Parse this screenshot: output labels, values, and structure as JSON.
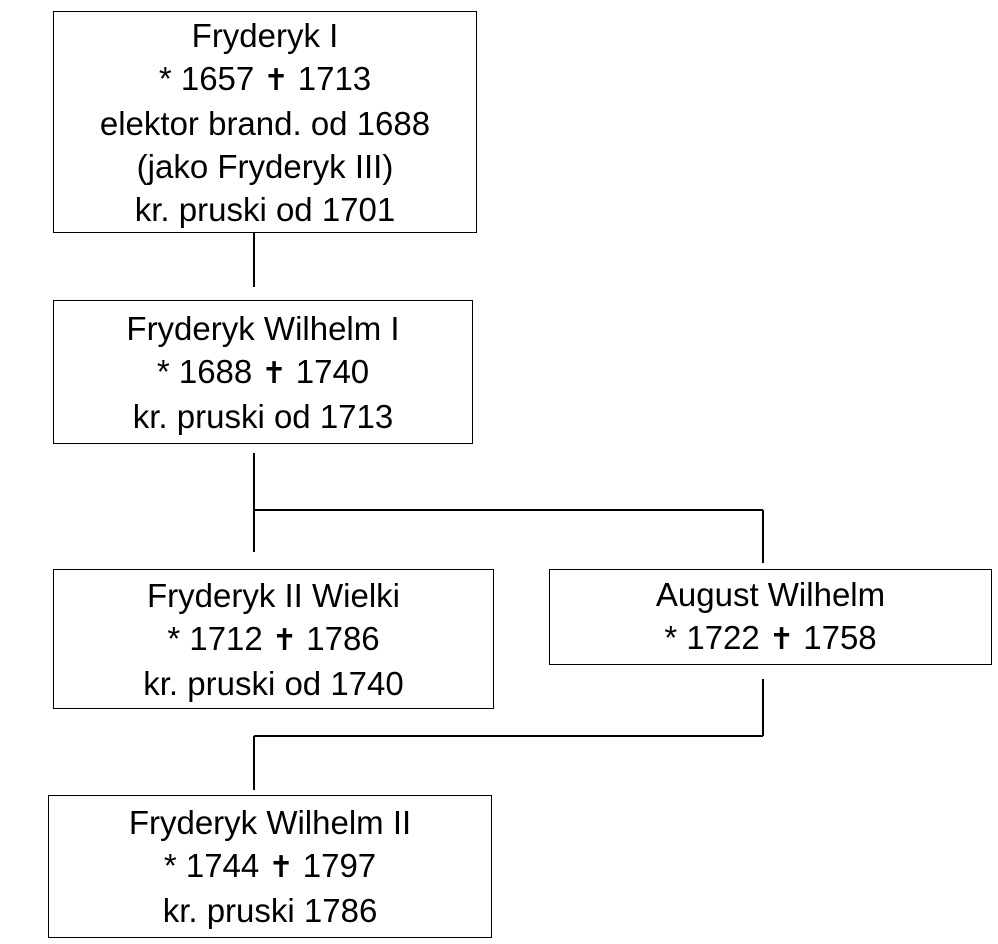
{
  "persons": [
    {
      "name": "Fryderyk I",
      "born": "1657",
      "died": "1713",
      "notes": [
        "elektor brand. od 1688",
        "(jako Fryderyk III)",
        "kr. pruski od 1701"
      ]
    },
    {
      "name": "Fryderyk Wilhelm I",
      "born": "1688",
      "died": "1740",
      "notes": [
        "kr. pruski od 1713"
      ]
    },
    {
      "name": "Fryderyk II Wielki",
      "born": "1712",
      "died": "1786",
      "notes": [
        "kr. pruski od 1740"
      ]
    },
    {
      "name": "August Wilhelm",
      "born": "1722",
      "died": "1758",
      "notes": []
    },
    {
      "name": "Fryderyk Wilhelm II",
      "born": "1744",
      "died": "1797",
      "notes": [
        "kr. pruski 1786"
      ]
    }
  ],
  "symbols": {
    "birth": "*",
    "death": "✝"
  },
  "relations": [
    {
      "parent": "Fryderyk I",
      "child": "Fryderyk Wilhelm I"
    },
    {
      "parent": "Fryderyk Wilhelm I",
      "child": "Fryderyk II Wielki"
    },
    {
      "parent": "Fryderyk Wilhelm I",
      "child": "August Wilhelm"
    },
    {
      "parent": "August Wilhelm",
      "child": "Fryderyk Wilhelm II"
    }
  ]
}
